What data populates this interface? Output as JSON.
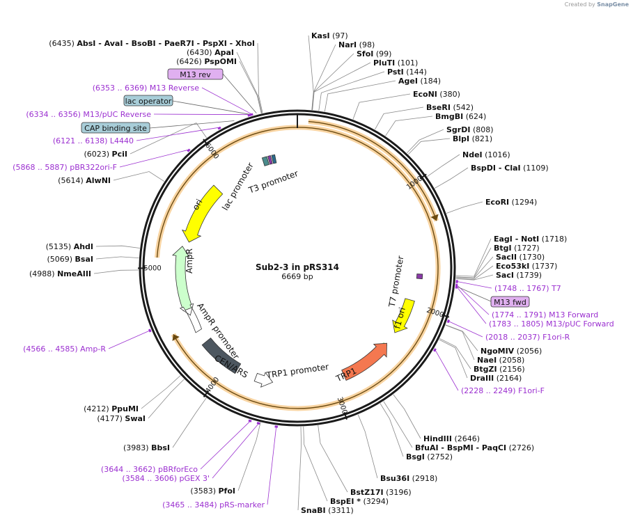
{
  "credit": {
    "prefix": "Created by",
    "brand": "SnapGene"
  },
  "plasmid": {
    "name": "Sub2-3 in pRS314",
    "size_label": "6669 bp",
    "length": 6669
  },
  "ticks": [
    "1000",
    "2000",
    "3000",
    "4000",
    "5000",
    "6000"
  ],
  "sites": [
    {
      "pos": "(6435)",
      "name": "AbsI   - AvaI   - BsoBI   - PaeR7I   - PspXI   - XhoI",
      "side": "left"
    },
    {
      "pos": "(6430)",
      "name": "ApaI",
      "side": "left"
    },
    {
      "pos": "(6426)",
      "name": "PspOMI",
      "side": "left"
    },
    {
      "pos": "(6023)",
      "name": "PciI",
      "side": "left"
    },
    {
      "pos": "(5614)",
      "name": "AlwNI",
      "side": "left"
    },
    {
      "pos": "(5135)",
      "name": "AhdI",
      "side": "left"
    },
    {
      "pos": "(5069)",
      "name": "BsaI",
      "side": "left"
    },
    {
      "pos": "(4988)",
      "name": "NmeAIII",
      "side": "left"
    },
    {
      "pos": "(4212)",
      "name": "PpuMI",
      "side": "left"
    },
    {
      "pos": "(4177)",
      "name": "SwaI",
      "side": "left"
    },
    {
      "pos": "(3983)",
      "name": "BbsI",
      "side": "left"
    },
    {
      "pos": "(3583)",
      "name": "PfoI",
      "side": "left"
    },
    {
      "pos": "(97)",
      "name": "KasI",
      "side": "right"
    },
    {
      "pos": "(98)",
      "name": "NarI",
      "side": "right"
    },
    {
      "pos": "(99)",
      "name": "SfoI",
      "side": "right"
    },
    {
      "pos": "(101)",
      "name": "PluTI",
      "side": "right"
    },
    {
      "pos": "(144)",
      "name": "PstI",
      "side": "right"
    },
    {
      "pos": "(184)",
      "name": "AgeI",
      "side": "right"
    },
    {
      "pos": "(380)",
      "name": "EcoNI",
      "side": "right"
    },
    {
      "pos": "(542)",
      "name": "BseRI",
      "side": "right"
    },
    {
      "pos": "(624)",
      "name": "BmgBI",
      "side": "right"
    },
    {
      "pos": "(808)",
      "name": "SgrDI",
      "side": "right"
    },
    {
      "pos": "(821)",
      "name": "BlpI",
      "side": "right"
    },
    {
      "pos": "(1016)",
      "name": "NdeI",
      "side": "right"
    },
    {
      "pos": "(1109)",
      "name": "BspDI   - ClaI",
      "side": "right"
    },
    {
      "pos": "(1294)",
      "name": "EcoRI",
      "side": "right"
    },
    {
      "pos": "(1718)",
      "name": "EagI   - NotI",
      "side": "right"
    },
    {
      "pos": "(1727)",
      "name": "BtgI",
      "side": "right"
    },
    {
      "pos": "(1730)",
      "name": "SacII",
      "side": "right"
    },
    {
      "pos": "(1737)",
      "name": "Eco53kI",
      "side": "right"
    },
    {
      "pos": "(1739)",
      "name": "SacI",
      "side": "right"
    },
    {
      "pos": "(2056)",
      "name": "NgoMIV",
      "side": "right"
    },
    {
      "pos": "(2058)",
      "name": "NaeI",
      "side": "right"
    },
    {
      "pos": "(2156)",
      "name": "BtgZI",
      "side": "right"
    },
    {
      "pos": "(2164)",
      "name": "DraIII",
      "side": "right"
    },
    {
      "pos": "(2646)",
      "name": "HindIII",
      "side": "right"
    },
    {
      "pos": "(2726)",
      "name": "BfuAI   - BspMI   - PaqCI",
      "side": "right"
    },
    {
      "pos": "(2752)",
      "name": "BsgI",
      "side": "right"
    },
    {
      "pos": "(2918)",
      "name": "Bsu36I",
      "side": "right"
    },
    {
      "pos": "(3196)",
      "name": "BstZ17I",
      "side": "right"
    },
    {
      "pos": "(3294)",
      "name": "BspEI *",
      "side": "right"
    },
    {
      "pos": "(3311)",
      "name": "SnaBI",
      "side": "right"
    }
  ],
  "primers": [
    {
      "range": "(6353 .. 6369)",
      "name": "M13 Reverse"
    },
    {
      "range": "(6334 .. 6356)",
      "name": "M13/pUC Reverse"
    },
    {
      "range": "(6121 .. 6138)",
      "name": "L4440"
    },
    {
      "range": "(5868 .. 5887)",
      "name": "pBR322ori-F"
    },
    {
      "range": "(4566 .. 4585)",
      "name": "Amp-R"
    },
    {
      "range": "(3644 .. 3662)",
      "name": "pBRforEco"
    },
    {
      "range": "(3584 .. 3606)",
      "name": "pGEX 3'"
    },
    {
      "range": "(3465 .. 3484)",
      "name": "pRS-marker"
    },
    {
      "range": "(1748 .. 1767)",
      "name": "T7"
    },
    {
      "range": "(1774 .. 1791)",
      "name": "M13 Forward"
    },
    {
      "range": "(1783 .. 1805)",
      "name": "M13/pUC Forward"
    },
    {
      "range": "(2018 .. 2037)",
      "name": "F1ori-R"
    },
    {
      "range": "(2228 .. 2249)",
      "name": "F1ori-F"
    }
  ],
  "boxes": {
    "m13rev": "M13 rev",
    "lacop": "lac operator",
    "cap": "CAP binding site",
    "m13fwd": "M13 fwd"
  },
  "features": {
    "ori": "ori",
    "lac_promoter": "lac promoter",
    "t3_promoter": "T3 promoter",
    "ampr": "AmpR",
    "ampr_promoter": "AmpR promoter",
    "cen_ars": "CEN/ARS",
    "trp1_promoter": "TRP1 promoter",
    "trp1": "TRP1",
    "t7_promoter": "T7 promoter",
    "f1_ori": "f1 ori"
  },
  "colors": {
    "backbone": "#1a1a1a",
    "primer": "#9b2fd0",
    "ori_fill": "#ffff00",
    "ampr_fill": "#ccffcc",
    "cen_fill": "#4d5760",
    "trp1_fill": "#f47850",
    "promoter_fill": "#ffffff",
    "orf_orange": "#f0a030",
    "orf_green": "#70c040",
    "box_blue": "#a8cdd8",
    "box_purple": "#e0b0f0"
  }
}
